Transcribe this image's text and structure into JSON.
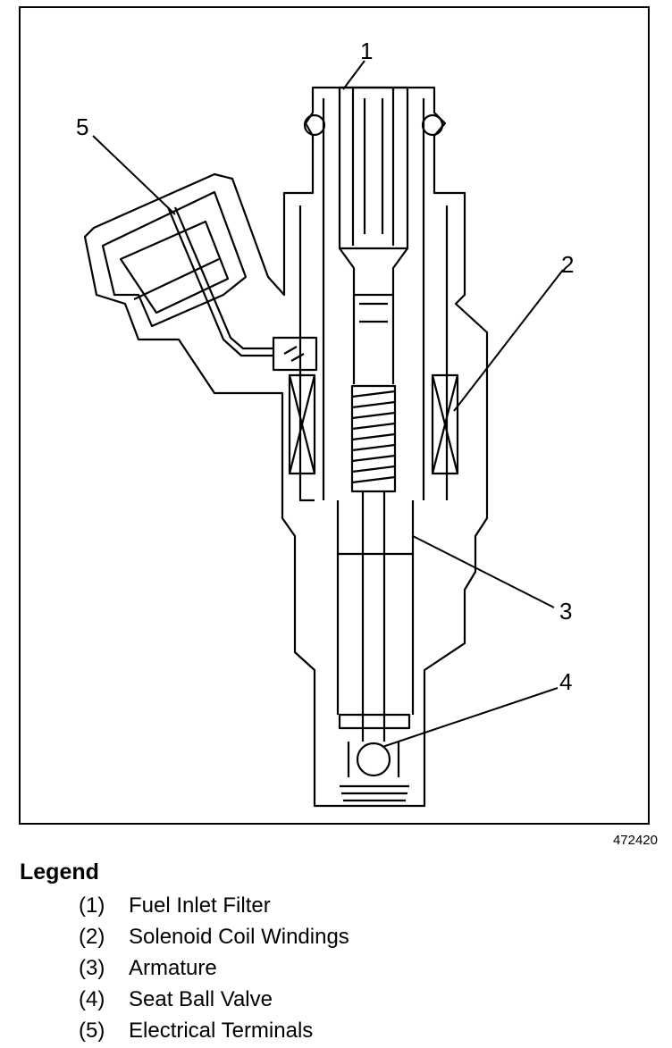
{
  "callouts": [
    "1",
    "2",
    "3",
    "4",
    "5"
  ],
  "figure_id": "472420",
  "legend": {
    "title": "Legend",
    "items": [
      {
        "num": "(1)",
        "label": "Fuel Inlet Filter"
      },
      {
        "num": "(2)",
        "label": "Solenoid Coil Windings"
      },
      {
        "num": "(3)",
        "label": "Armature"
      },
      {
        "num": "(4)",
        "label": "Seat Ball Valve"
      },
      {
        "num": "(5)",
        "label": "Electrical Terminals"
      }
    ]
  }
}
